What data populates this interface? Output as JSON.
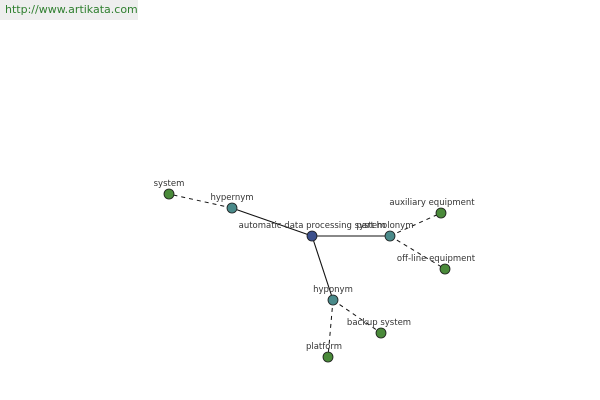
{
  "header": {
    "url": "http://www.artikata.com"
  },
  "colors": {
    "center": "#3b4f8c",
    "relation": "#4a8a8a",
    "leaf": "#4a8a3a",
    "url_text": "#2f7f2f",
    "url_bg": "#eeeeee"
  },
  "nodes": [
    {
      "id": "center",
      "label": "automatic data processing system",
      "kind": "center"
    },
    {
      "id": "hypernym",
      "label": "hypernym",
      "kind": "relation"
    },
    {
      "id": "system",
      "label": "system",
      "kind": "leaf"
    },
    {
      "id": "part_holonym",
      "label": "part holonym",
      "kind": "relation"
    },
    {
      "id": "auxiliary_equipment",
      "label": "auxiliary equipment",
      "kind": "leaf"
    },
    {
      "id": "off_line_equipment",
      "label": "off-line equipment",
      "kind": "leaf"
    },
    {
      "id": "hyponym",
      "label": "hyponym",
      "kind": "relation"
    },
    {
      "id": "backup_system",
      "label": "backup system",
      "kind": "leaf"
    },
    {
      "id": "platform",
      "label": "platform",
      "kind": "leaf"
    }
  ],
  "edges": [
    {
      "from": "center",
      "to": "hypernym",
      "style": "solid"
    },
    {
      "from": "center",
      "to": "part_holonym",
      "style": "solid"
    },
    {
      "from": "center",
      "to": "hyponym",
      "style": "solid"
    },
    {
      "from": "hypernym",
      "to": "system",
      "style": "dashed"
    },
    {
      "from": "part_holonym",
      "to": "auxiliary_equipment",
      "style": "dashed"
    },
    {
      "from": "part_holonym",
      "to": "off_line_equipment",
      "style": "dashed"
    },
    {
      "from": "hyponym",
      "to": "backup_system",
      "style": "dashed"
    },
    {
      "from": "hyponym",
      "to": "platform",
      "style": "dashed"
    }
  ]
}
